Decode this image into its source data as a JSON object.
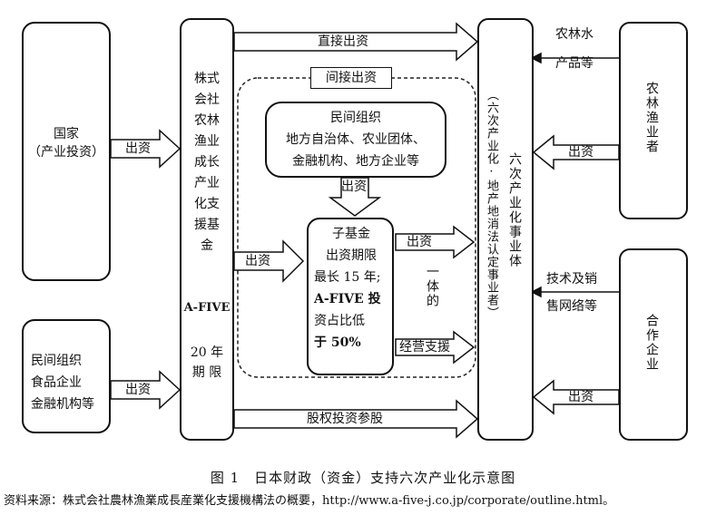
{
  "nodes": {
    "state": [
      "国家",
      "（产业投资）"
    ],
    "private_left": [
      "民间组织",
      "食品企业",
      "金融机构等"
    ],
    "fund": [
      "株式",
      "会社",
      "农林",
      "渔业",
      "成长",
      "产业",
      "化支",
      "援基",
      "金"
    ],
    "fund_name": "A-FIVE",
    "fund_period": [
      "20 年",
      "期  限"
    ],
    "indirect_label": "间接出资",
    "private_org": [
      "民间组织",
      "地方自治体、农业团体、",
      "金融机构、地方企业等"
    ],
    "subfund": [
      "子基金",
      "出资期限",
      "最长 15 年;",
      "A-FIVE  投",
      "资占比低",
      "于  50%"
    ],
    "integrated": "一体的",
    "business": "六次产业化事业体",
    "business_note": "（六次产业化·地产地消法认定事业者）",
    "farmers": "农林渔业者",
    "partners": "合作企业"
  },
  "arrows": {
    "direct": "直接出资",
    "state_invest": "出资",
    "private_invest": "出资",
    "fund_to_subfund": "出资",
    "org_to_subfund": "出资",
    "subfund_invest": "出资",
    "business_support": "经营支援",
    "equity": "股权投资参股",
    "farm_products": [
      "农林水",
      "产品等"
    ],
    "farmers_invest": "出资",
    "tech_sales": [
      "技术及销",
      "售网络等"
    ],
    "partners_invest": "出资"
  },
  "caption": "图 1　日本财政（资金）支持六次产业化示意图",
  "source": "资料来源：株式会社農林漁業成長産業化支援機構法の概要，http://www.a-five-j.co.jp/corporate/outline.html。"
}
